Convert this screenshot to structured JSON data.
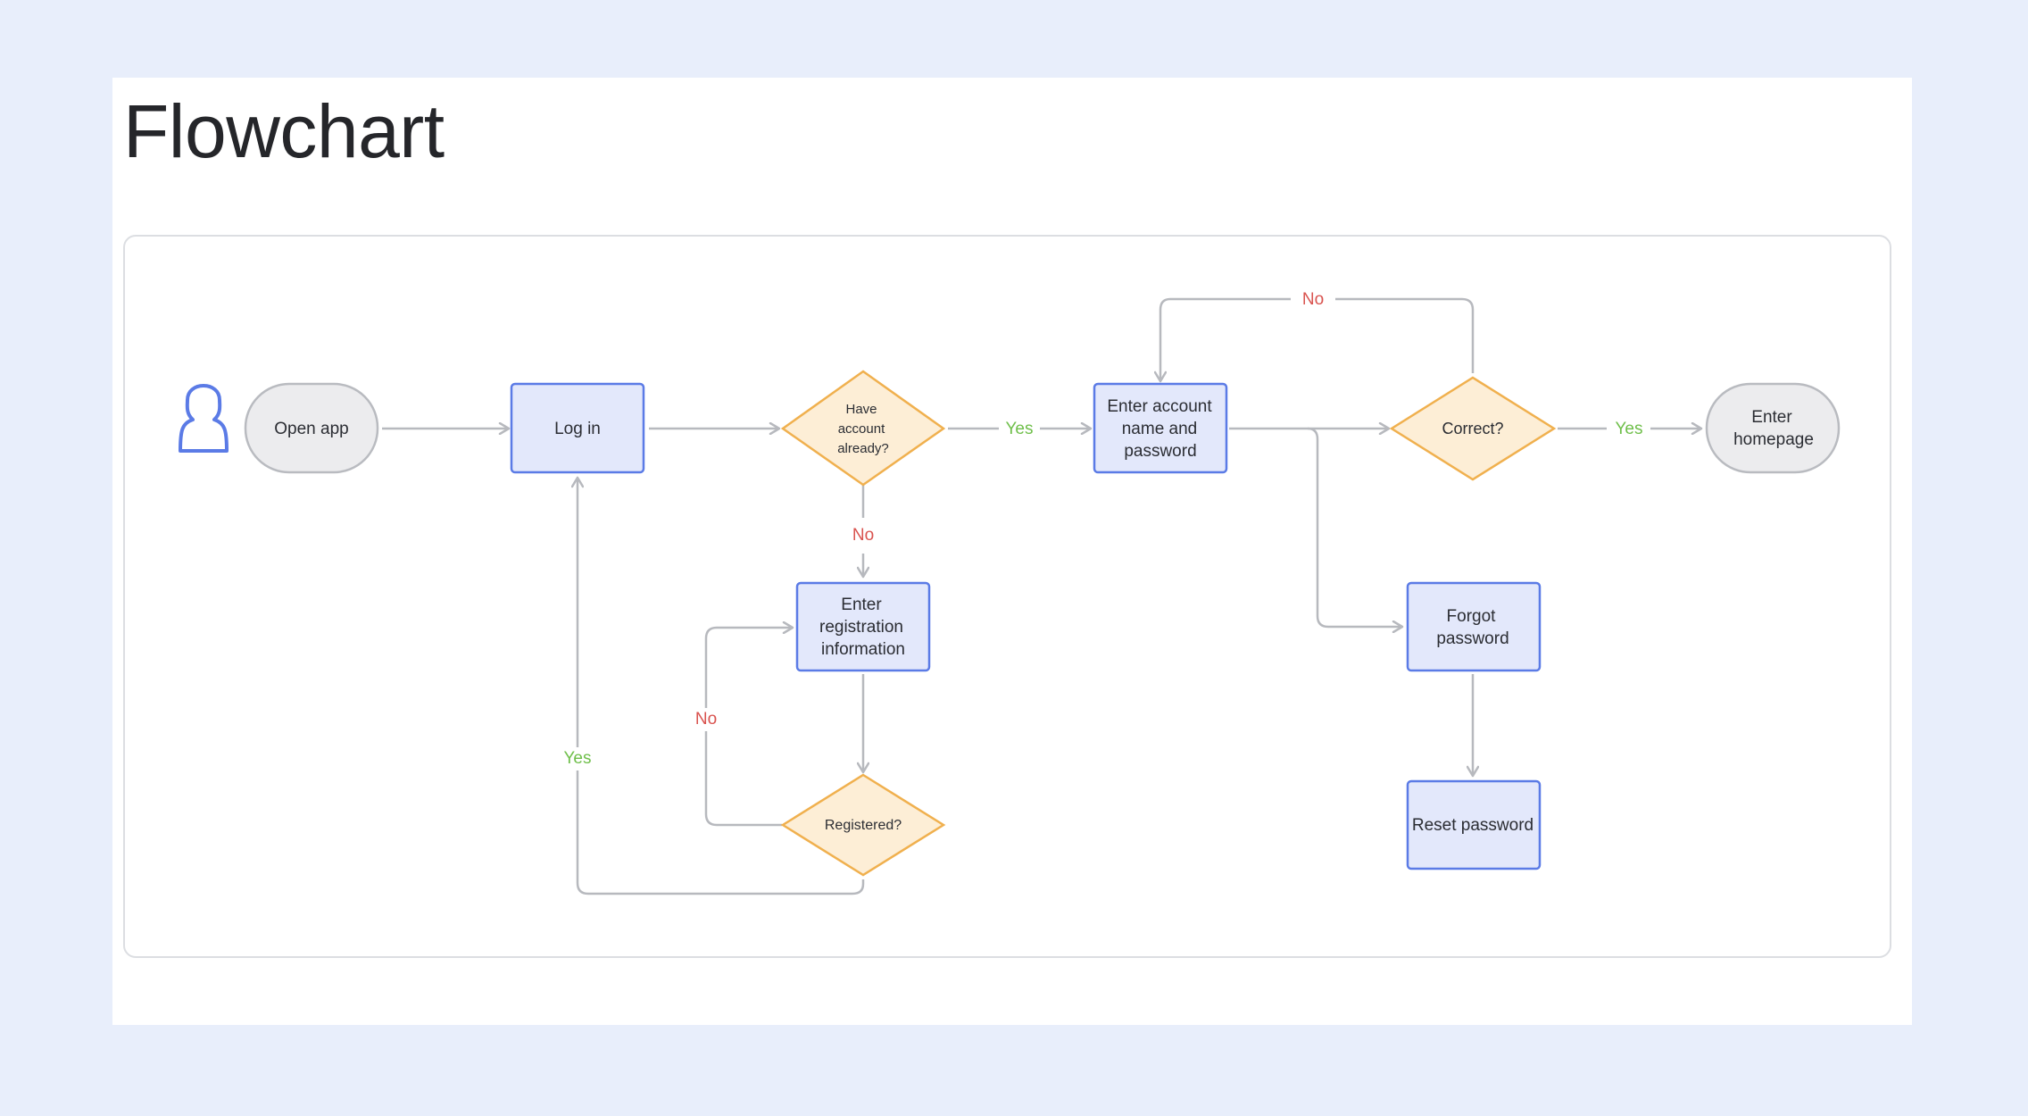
{
  "page": {
    "title": "Flowchart"
  },
  "colors": {
    "background": "#e8eefb",
    "process_fill": "#e3e8fb",
    "process_stroke": "#5b7be6",
    "decision_fill": "#fdeed6",
    "decision_stroke": "#f0b04e",
    "terminal_fill": "#ececee",
    "terminal_stroke": "#b9bbc0",
    "edge": "#b7b9be",
    "yes": "#6fbf4a",
    "no": "#d9534f",
    "user_icon": "#5b7be6"
  },
  "diagram": {
    "actor_icon": "user-icon",
    "nodes": {
      "open_app": "Open app",
      "log_in": "Log in",
      "have_account_1": "Have",
      "have_account_2": "account",
      "have_account_3": "already?",
      "enter_account_1": "Enter account",
      "enter_account_2": "name and",
      "enter_account_3": "password",
      "correct": "Correct?",
      "enter_homepage_1": "Enter",
      "enter_homepage_2": "homepage",
      "enter_registration_1": "Enter",
      "enter_registration_2": "registration",
      "enter_registration_3": "information",
      "registered": "Registered?",
      "forgot_password_1": "Forgot",
      "forgot_password_2": "password",
      "reset_password": "Reset password"
    },
    "edge_labels": {
      "have_account_yes": "Yes",
      "have_account_no": "No",
      "correct_yes": "Yes",
      "correct_no": "No",
      "registered_yes": "Yes",
      "registered_no": "No"
    }
  }
}
